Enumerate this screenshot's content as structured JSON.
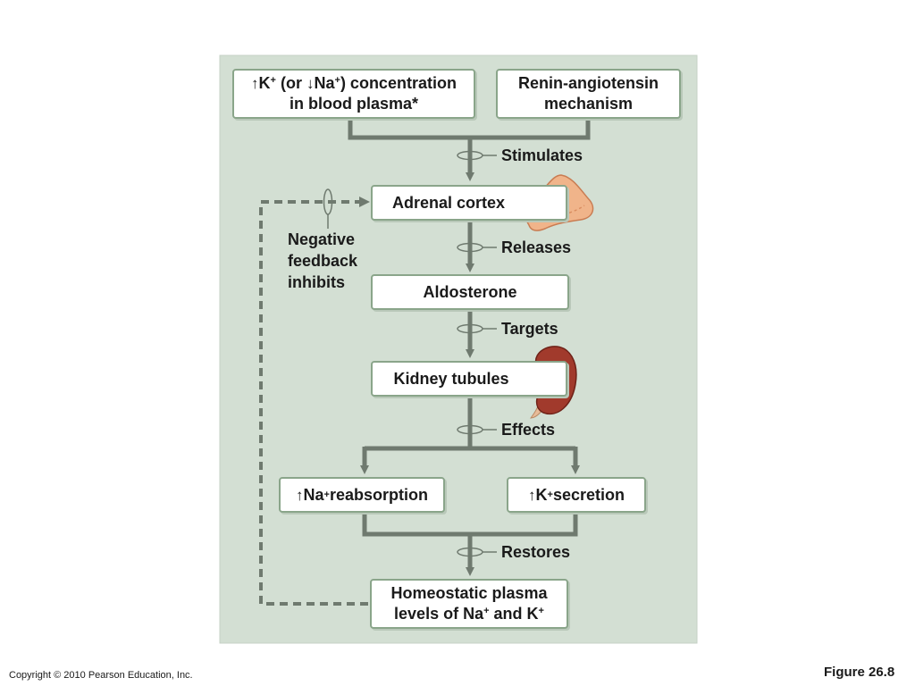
{
  "nodes": {
    "k_na": {
      "up": "↑",
      "k": "K",
      "plus": "+",
      "or": " (or ",
      "down": "↓",
      "na": "Na",
      "close": ") concentration",
      "line2": "in blood plasma*"
    },
    "renin": {
      "line1": "Renin-angiotensin",
      "line2": "mechanism"
    },
    "adrenal": {
      "text": "Adrenal cortex"
    },
    "aldosterone": {
      "text": "Aldosterone"
    },
    "kidney": {
      "text": "Kidney tubules"
    },
    "na_reab": {
      "up": "↑",
      "na": "Na",
      "plus": "+",
      "rest": " reabsorption"
    },
    "k_sec": {
      "up": "↑",
      "k": "K",
      "plus": "+",
      "rest": " secretion"
    },
    "homeo": {
      "line1": "Homeostatic plasma",
      "line2a": "levels of Na",
      "plus": "+",
      "and": " and K"
    }
  },
  "labels": {
    "stimulates": "Stimulates",
    "releases": "Releases",
    "targets": "Targets",
    "effects": "Effects",
    "restores": "Restores",
    "negative": [
      "Negative",
      "feedback",
      "inhibits"
    ]
  },
  "footer": {
    "copyright": "Copyright © 2010 Pearson Education, Inc.",
    "figure": "Figure 26.8"
  },
  "colors": {
    "panel": "#d3dfd3",
    "arrow": "#6f7a6f",
    "box_border": "#8aa58a"
  }
}
